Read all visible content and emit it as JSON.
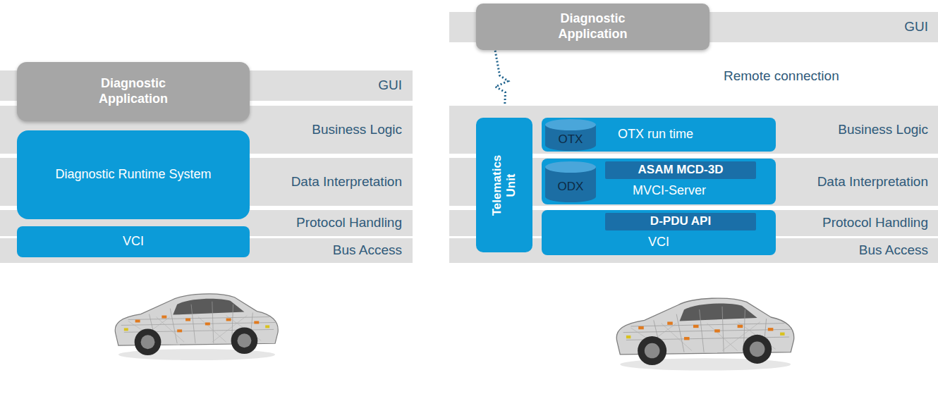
{
  "diagram": {
    "nodes": [
      {
        "text": [
          "GUI"
        ]
      },
      {
        "text": [
          "Diagnostic Application"
        ]
      },
      {
        "text": [
          "Business Logic"
        ]
      },
      {
        "text": [
          "Diagnostic Runtime System"
        ]
      },
      {
        "text": [
          "Data Interpretation"
        ]
      },
      {
        "text": [
          "Protocol Handling"
        ]
      },
      {
        "text": [
          "VCI"
        ]
      },
      {
        "text": [
          "Bus Access"
        ]
      },
      {
        "text": [
          "GUI"
        ]
      },
      {
        "text": [
          "Diagnostic Application"
        ]
      },
      {
        "text": [
          "Business Logic"
        ]
      },
      {
        "text": [
          "Telematics Unit"
        ]
      },
      {
        "text": [
          "OTX run time"
        ]
      },
      {
        "text": [
          "OTX"
        ],
        "in": 12
      },
      {
        "text": [
          "Data Interpretation"
        ]
      },
      {
        "text": [
          "MVCI-Server"
        ]
      },
      {
        "text": [
          "ODX"
        ],
        "in": 15
      },
      {
        "text": [
          "ASAM MCD-3D"
        ],
        "in": 15
      },
      {
        "text": [
          "Protocol Handling"
        ]
      },
      {
        "text": [
          "VCI"
        ]
      },
      {
        "text": [
          "D-PDU API"
        ],
        "in": 19
      },
      {
        "text": [
          "Bus Access"
        ]
      }
    ],
    "edges": [
      {
        "from": 11,
        "to": 9,
        "arrow": "none"
      }
    ],
    "labels": [
      "Remote connection"
    ]
  }
}
